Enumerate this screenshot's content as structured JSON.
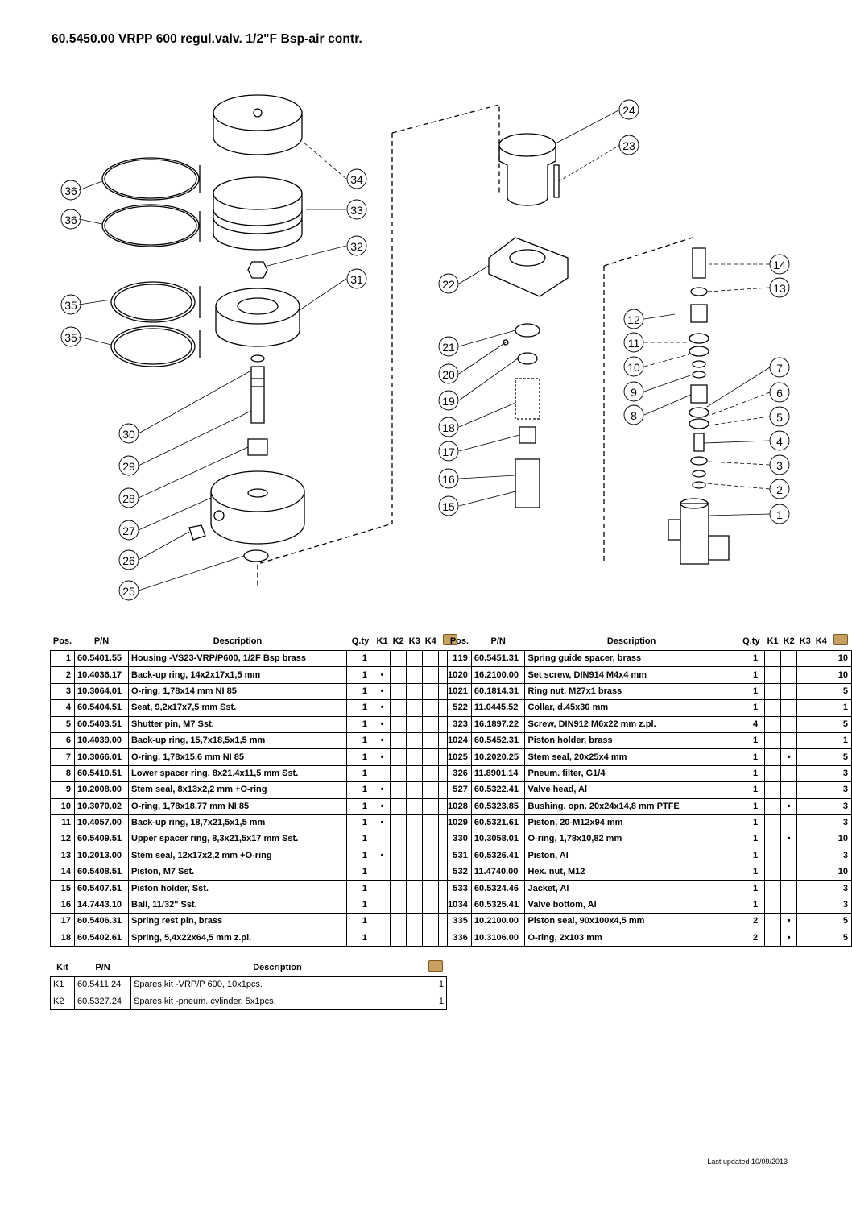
{
  "title": "60.5450.00 VRPP 600 regul.valv. 1/2\"F Bsp-air contr.",
  "callouts": [
    "36",
    "36",
    "35",
    "35",
    "30",
    "29",
    "28",
    "27",
    "26",
    "25",
    "34",
    "33",
    "32",
    "31",
    "24",
    "23",
    "22",
    "21",
    "20",
    "19",
    "18",
    "17",
    "16",
    "15",
    "14",
    "13",
    "12",
    "11",
    "10",
    "9",
    "8",
    "7",
    "6",
    "5",
    "4",
    "3",
    "2",
    "1"
  ],
  "table_headers": {
    "pos": "Pos.",
    "pn": "P/N",
    "desc": "Description",
    "qty": "Q.ty",
    "k1": "K1",
    "k2": "K2",
    "k3": "K3",
    "k4": "K4"
  },
  "parts_left": [
    {
      "pos": "1",
      "pn": "60.5401.55",
      "desc": "Housing -VS23-VRP/P600, 1/2F Bsp brass",
      "qty": "1",
      "k1": "",
      "k2": "",
      "k3": "",
      "k4": "",
      "box": "1"
    },
    {
      "pos": "2",
      "pn": "10.4036.17",
      "desc": "Back-up ring, 14x2x17x1,5 mm",
      "qty": "1",
      "k1": "•",
      "k2": "",
      "k3": "",
      "k4": "",
      "box": "10"
    },
    {
      "pos": "3",
      "pn": "10.3064.01",
      "desc": "O-ring, 1,78x14 mm NI 85",
      "qty": "1",
      "k1": "•",
      "k2": "",
      "k3": "",
      "k4": "",
      "box": "10"
    },
    {
      "pos": "4",
      "pn": "60.5404.51",
      "desc": "Seat, 9,2x17x7,5 mm Sst.",
      "qty": "1",
      "k1": "•",
      "k2": "",
      "k3": "",
      "k4": "",
      "box": "5"
    },
    {
      "pos": "5",
      "pn": "60.5403.51",
      "desc": "Shutter pin, M7 Sst.",
      "qty": "1",
      "k1": "•",
      "k2": "",
      "k3": "",
      "k4": "",
      "box": "3"
    },
    {
      "pos": "6",
      "pn": "10.4039.00",
      "desc": "Back-up ring, 15,7x18,5x1,5 mm",
      "qty": "1",
      "k1": "•",
      "k2": "",
      "k3": "",
      "k4": "",
      "box": "10"
    },
    {
      "pos": "7",
      "pn": "10.3066.01",
      "desc": "O-ring, 1,78x15,6 mm NI 85",
      "qty": "1",
      "k1": "•",
      "k2": "",
      "k3": "",
      "k4": "",
      "box": "10"
    },
    {
      "pos": "8",
      "pn": "60.5410.51",
      "desc": "Lower spacer ring, 8x21,4x11,5 mm Sst.",
      "qty": "1",
      "k1": "",
      "k2": "",
      "k3": "",
      "k4": "",
      "box": "3"
    },
    {
      "pos": "9",
      "pn": "10.2008.00",
      "desc": "Stem seal, 8x13x2,2 mm +O-ring",
      "qty": "1",
      "k1": "•",
      "k2": "",
      "k3": "",
      "k4": "",
      "box": "5"
    },
    {
      "pos": "10",
      "pn": "10.3070.02",
      "desc": "O-ring, 1,78x18,77 mm NI 85",
      "qty": "1",
      "k1": "•",
      "k2": "",
      "k3": "",
      "k4": "",
      "box": "10"
    },
    {
      "pos": "11",
      "pn": "10.4057.00",
      "desc": "Back-up ring, 18,7x21,5x1,5 mm",
      "qty": "1",
      "k1": "•",
      "k2": "",
      "k3": "",
      "k4": "",
      "box": "10"
    },
    {
      "pos": "12",
      "pn": "60.5409.51",
      "desc": "Upper spacer ring, 8,3x21,5x17 mm Sst.",
      "qty": "1",
      "k1": "",
      "k2": "",
      "k3": "",
      "k4": "",
      "box": "3"
    },
    {
      "pos": "13",
      "pn": "10.2013.00",
      "desc": "Stem seal, 12x17x2,2 mm +O-ring",
      "qty": "1",
      "k1": "•",
      "k2": "",
      "k3": "",
      "k4": "",
      "box": "5"
    },
    {
      "pos": "14",
      "pn": "60.5408.51",
      "desc": "Piston, M7 Sst.",
      "qty": "1",
      "k1": "",
      "k2": "",
      "k3": "",
      "k4": "",
      "box": "5"
    },
    {
      "pos": "15",
      "pn": "60.5407.51",
      "desc": "Piston holder, Sst.",
      "qty": "1",
      "k1": "",
      "k2": "",
      "k3": "",
      "k4": "",
      "box": "5"
    },
    {
      "pos": "16",
      "pn": "14.7443.10",
      "desc": "Ball, 11/32\" Sst.",
      "qty": "1",
      "k1": "",
      "k2": "",
      "k3": "",
      "k4": "",
      "box": "10"
    },
    {
      "pos": "17",
      "pn": "60.5406.31",
      "desc": "Spring rest pin, brass",
      "qty": "1",
      "k1": "",
      "k2": "",
      "k3": "",
      "k4": "",
      "box": "3"
    },
    {
      "pos": "18",
      "pn": "60.5402.61",
      "desc": "Spring, 5,4x22x64,5 mm z.pl.",
      "qty": "1",
      "k1": "",
      "k2": "",
      "k3": "",
      "k4": "",
      "box": "3"
    }
  ],
  "parts_right": [
    {
      "pos": "19",
      "pn": "60.5451.31",
      "desc": "Spring guide spacer, brass",
      "qty": "1",
      "k1": "",
      "k2": "",
      "k3": "",
      "k4": "",
      "box": "10"
    },
    {
      "pos": "20",
      "pn": "16.2100.00",
      "desc": "Set screw, DIN914 M4x4 mm",
      "qty": "1",
      "k1": "",
      "k2": "",
      "k3": "",
      "k4": "",
      "box": "10"
    },
    {
      "pos": "21",
      "pn": "60.1814.31",
      "desc": "Ring nut, M27x1 brass",
      "qty": "1",
      "k1": "",
      "k2": "",
      "k3": "",
      "k4": "",
      "box": "5"
    },
    {
      "pos": "22",
      "pn": "11.0445.52",
      "desc": "Collar, d.45x30 mm",
      "qty": "1",
      "k1": "",
      "k2": "",
      "k3": "",
      "k4": "",
      "box": "1"
    },
    {
      "pos": "23",
      "pn": "16.1897.22",
      "desc": "Screw, DIN912 M6x22 mm z.pl.",
      "qty": "4",
      "k1": "",
      "k2": "",
      "k3": "",
      "k4": "",
      "box": "5"
    },
    {
      "pos": "24",
      "pn": "60.5452.31",
      "desc": "Piston holder, brass",
      "qty": "1",
      "k1": "",
      "k2": "",
      "k3": "",
      "k4": "",
      "box": "1"
    },
    {
      "pos": "25",
      "pn": "10.2020.25",
      "desc": "Stem seal, 20x25x4 mm",
      "qty": "1",
      "k1": "",
      "k2": "•",
      "k3": "",
      "k4": "",
      "box": "5"
    },
    {
      "pos": "26",
      "pn": "11.8901.14",
      "desc": "Pneum. filter, G1/4",
      "qty": "1",
      "k1": "",
      "k2": "",
      "k3": "",
      "k4": "",
      "box": "3"
    },
    {
      "pos": "27",
      "pn": "60.5322.41",
      "desc": "Valve head, Al",
      "qty": "1",
      "k1": "",
      "k2": "",
      "k3": "",
      "k4": "",
      "box": "3"
    },
    {
      "pos": "28",
      "pn": "60.5323.85",
      "desc": "Bushing, opn. 20x24x14,8 mm PTFE",
      "qty": "1",
      "k1": "",
      "k2": "•",
      "k3": "",
      "k4": "",
      "box": "3"
    },
    {
      "pos": "29",
      "pn": "60.5321.61",
      "desc": "Piston, 20-M12x94 mm",
      "qty": "1",
      "k1": "",
      "k2": "",
      "k3": "",
      "k4": "",
      "box": "3"
    },
    {
      "pos": "30",
      "pn": "10.3058.01",
      "desc": "O-ring, 1,78x10,82 mm",
      "qty": "1",
      "k1": "",
      "k2": "•",
      "k3": "",
      "k4": "",
      "box": "10"
    },
    {
      "pos": "31",
      "pn": "60.5326.41",
      "desc": "Piston, Al",
      "qty": "1",
      "k1": "",
      "k2": "",
      "k3": "",
      "k4": "",
      "box": "3"
    },
    {
      "pos": "32",
      "pn": "11.4740.00",
      "desc": "Hex. nut, M12",
      "qty": "1",
      "k1": "",
      "k2": "",
      "k3": "",
      "k4": "",
      "box": "10"
    },
    {
      "pos": "33",
      "pn": "60.5324.46",
      "desc": "Jacket, Al",
      "qty": "1",
      "k1": "",
      "k2": "",
      "k3": "",
      "k4": "",
      "box": "3"
    },
    {
      "pos": "34",
      "pn": "60.5325.41",
      "desc": "Valve bottom, Al",
      "qty": "1",
      "k1": "",
      "k2": "",
      "k3": "",
      "k4": "",
      "box": "3"
    },
    {
      "pos": "35",
      "pn": "10.2100.00",
      "desc": "Piston seal, 90x100x4,5 mm",
      "qty": "2",
      "k1": "",
      "k2": "•",
      "k3": "",
      "k4": "",
      "box": "5"
    },
    {
      "pos": "36",
      "pn": "10.3106.00",
      "desc": "O-ring, 2x103 mm",
      "qty": "2",
      "k1": "",
      "k2": "•",
      "k3": "",
      "k4": "",
      "box": "5"
    }
  ],
  "kit_headers": {
    "kit": "Kit",
    "pn": "P/N",
    "desc": "Description"
  },
  "kits": [
    {
      "kit": "K1",
      "pn": "60.5411.24",
      "desc": "Spares kit -VRP/P 600, 10x1pcs.",
      "qty": "1"
    },
    {
      "kit": "K2",
      "pn": "60.5327.24",
      "desc": "Spares kit -pneum. cylinder, 5x1pcs.",
      "qty": "1"
    }
  ],
  "footer": "Last updated 10/09/2013"
}
